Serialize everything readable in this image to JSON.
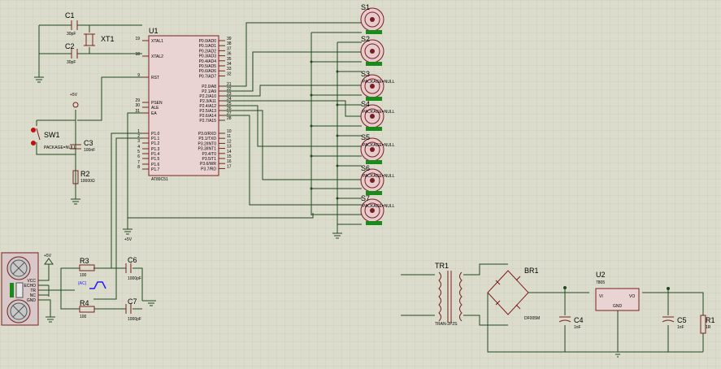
{
  "labels": {
    "c1": "C1",
    "c1_val": "30pF",
    "c2": "C2",
    "c2_val": "30pF",
    "xt1": "XT1",
    "u1": "U1",
    "u1_part": "AT89C51",
    "sw1": "SW1",
    "sw1_pkg": "PACKAGE=NULL",
    "c3": "C3",
    "c3_val": "100nF",
    "r2": "R2",
    "r2_val": "10000Ω",
    "r3": "R3",
    "r3_val": "100",
    "r4": "R4",
    "r4_val": "100",
    "c6": "C6",
    "c6_val": "1000pF",
    "c7": "C7",
    "c7_val": "1000pF",
    "vcc_a": "+5V",
    "vcc_b": "+5V",
    "vcc_c": "+5V",
    "tr1": "TR1",
    "tr1_val": "TRAN-2P2S",
    "br1": "BR1",
    "br1_val": "DF005M",
    "c4": "C4",
    "c4_val": "1nF",
    "u2": "U2",
    "u2_part": "7805",
    "u2_vi": "VI",
    "u2_vo": "VO",
    "u2_gnd": "GND",
    "c5": "C5",
    "c5_val": "1nF",
    "r1": "R1",
    "r1_val": "1R"
  },
  "u1_left_pins": [
    "XTAL1",
    "XTAL2",
    "RST",
    "PSEN",
    "ALE",
    "EA",
    "P1.0",
    "P1.1",
    "P1.2",
    "P1.3",
    "P1.4",
    "P1.5",
    "P1.6",
    "P1.7"
  ],
  "u1_left_nums": [
    "19",
    "18",
    "9",
    "29",
    "30",
    "31",
    "1",
    "2",
    "3",
    "4",
    "5",
    "6",
    "7",
    "8"
  ],
  "u1_right_pins": [
    "P0.0/AD0",
    "P0.1/AD1",
    "P0.2/AD2",
    "P0.3/AD3",
    "P0.4/AD4",
    "P0.5/AD5",
    "P0.6/AD6",
    "P0.7/AD7",
    "P2.0/A8",
    "P2.1/A9",
    "P2.2/A10",
    "P2.3/A11",
    "P2.4/A12",
    "P2.5/A13",
    "P2.6/A14",
    "P2.7/A15",
    "P3.0/RXD",
    "P3.1/TXD",
    "P3.2/INT0",
    "P3.3/INT1",
    "P3.4/T0",
    "P3.5/T1",
    "P3.6/WR",
    "P3.7/RD"
  ],
  "u1_right_nums": [
    "39",
    "38",
    "37",
    "36",
    "35",
    "34",
    "33",
    "32",
    "21",
    "22",
    "23",
    "24",
    "25",
    "26",
    "27",
    "28",
    "10",
    "11",
    "12",
    "13",
    "14",
    "15",
    "16",
    "17"
  ],
  "servos": [
    {
      "name": "S1",
      "pkg": ""
    },
    {
      "name": "S2",
      "pkg": ""
    },
    {
      "name": "S3",
      "pkg": "PACKAGE=NULL"
    },
    {
      "name": "S4",
      "pkg": "PACKAGE=NULL"
    },
    {
      "name": "S5",
      "pkg": "PACKAGE=NULL"
    },
    {
      "name": "S6",
      "pkg": "PACKAGE=NULL"
    },
    {
      "name": "S7",
      "pkg": "PACKAGE=NULL"
    }
  ],
  "sensor_pins": [
    "VCC",
    "ECHO",
    "TR",
    "NC",
    "GND"
  ],
  "colors": {
    "background": "#dcdccc",
    "grid": "#c6c6b6",
    "wire": "#1f4a1f",
    "component": "#7a1f1f",
    "package_tag": "#1a8a1a",
    "wave": "#1a1aff"
  }
}
